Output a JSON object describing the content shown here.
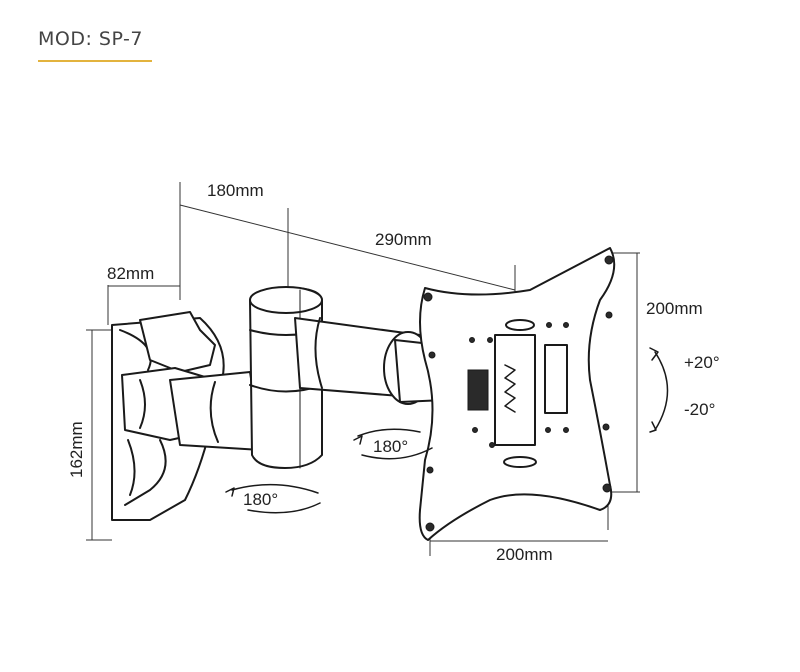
{
  "header": {
    "model_label": "MOD: SP-7",
    "underline_color": "#e3b33d"
  },
  "dimensions": {
    "wall_depth": "82mm",
    "arm_first": "180mm",
    "arm_total": "290mm",
    "plate_height": "200mm",
    "plate_width": "200mm",
    "wall_height": "162mm"
  },
  "rotations": {
    "arm_swivel": "180°",
    "wall_swivel": "180°",
    "tilt_up": "+20°",
    "tilt_down": "-20°"
  },
  "colors": {
    "line": "#1a1a1a",
    "accent": "#e3b33d"
  }
}
